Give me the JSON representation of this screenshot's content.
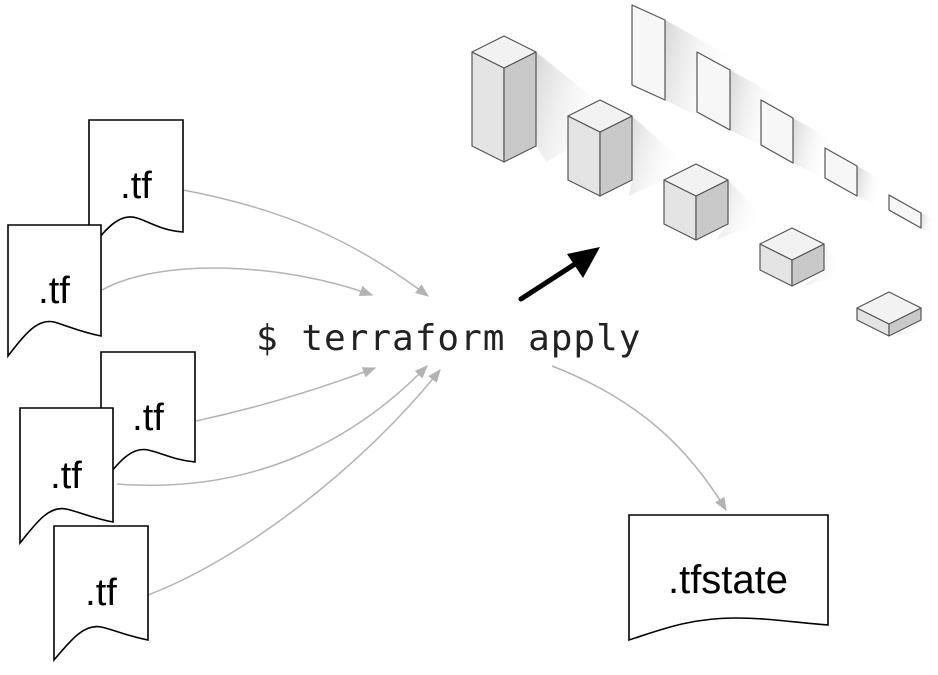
{
  "command": "$ terraform apply",
  "sources": [
    ".tf",
    ".tf",
    ".tf",
    ".tf",
    ".tf"
  ],
  "output_state": ".tfstate",
  "colors": {
    "doc_stroke": "#000000",
    "flow_arrow": "#b3b3b3",
    "apply_arrow": "#000000",
    "box_top": "#f2f2f2",
    "box_left": "#e4e4e4",
    "box_right": "#c9c9c9",
    "shadow": "#d6d6d6"
  }
}
